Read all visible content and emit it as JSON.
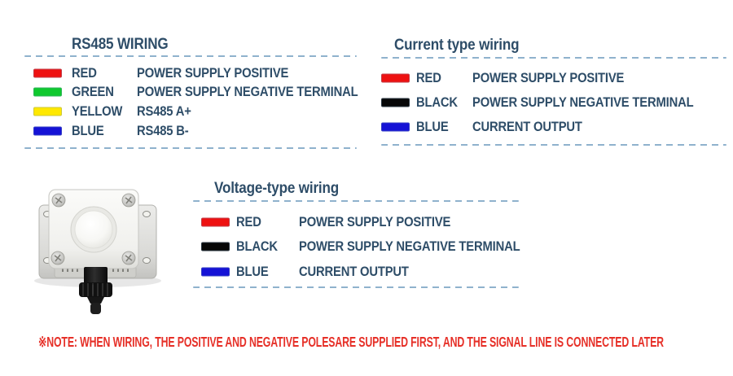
{
  "sections": [
    {
      "title": "RS485 WIRING",
      "rows": [
        {
          "name": "RED",
          "hex": "#ee1111",
          "function": "POWER SUPPLY POSITIVE"
        },
        {
          "name": "GREEN",
          "hex": "#0fc92e",
          "function": "POWER SUPPLY NEGATIVE TERMINAL"
        },
        {
          "name": "YELLOW",
          "hex": "#ffe800",
          "function": "RS485 A+"
        },
        {
          "name": "BLUE",
          "hex": "#1512d6",
          "function": "RS485 B-"
        }
      ]
    },
    {
      "title": "Current type wiring",
      "rows": [
        {
          "name": "RED",
          "hex": "#ee1111",
          "function": "POWER SUPPLY POSITIVE"
        },
        {
          "name": "BLACK",
          "hex": "#070707",
          "function": "POWER SUPPLY NEGATIVE TERMINAL"
        },
        {
          "name": "BLUE",
          "hex": "#1512d6",
          "function": "CURRENT OUTPUT"
        }
      ]
    },
    {
      "title": "Voltage-type wiring",
      "rows": [
        {
          "name": "RED",
          "hex": "#ee1111",
          "function": "POWER SUPPLY POSITIVE"
        },
        {
          "name": "BLACK",
          "hex": "#070707",
          "function": "POWER SUPPLY NEGATIVE TERMINAL"
        },
        {
          "name": "BLUE",
          "hex": "#1512d6",
          "function": "CURRENT OUTPUT"
        }
      ]
    }
  ],
  "note": {
    "text": "※NOTE: WHEN WIRING, THE POSITIVE AND NEGATIVE POLESARE SUPPLIED FIRST, AND THE SIGNAL LINE IS CONNECTED LATER",
    "color": "#e63028"
  },
  "product_image": "light-sensor-photo",
  "theme": {
    "heading_color": "#2e4d68",
    "dash_color": "#8fb2cd"
  }
}
